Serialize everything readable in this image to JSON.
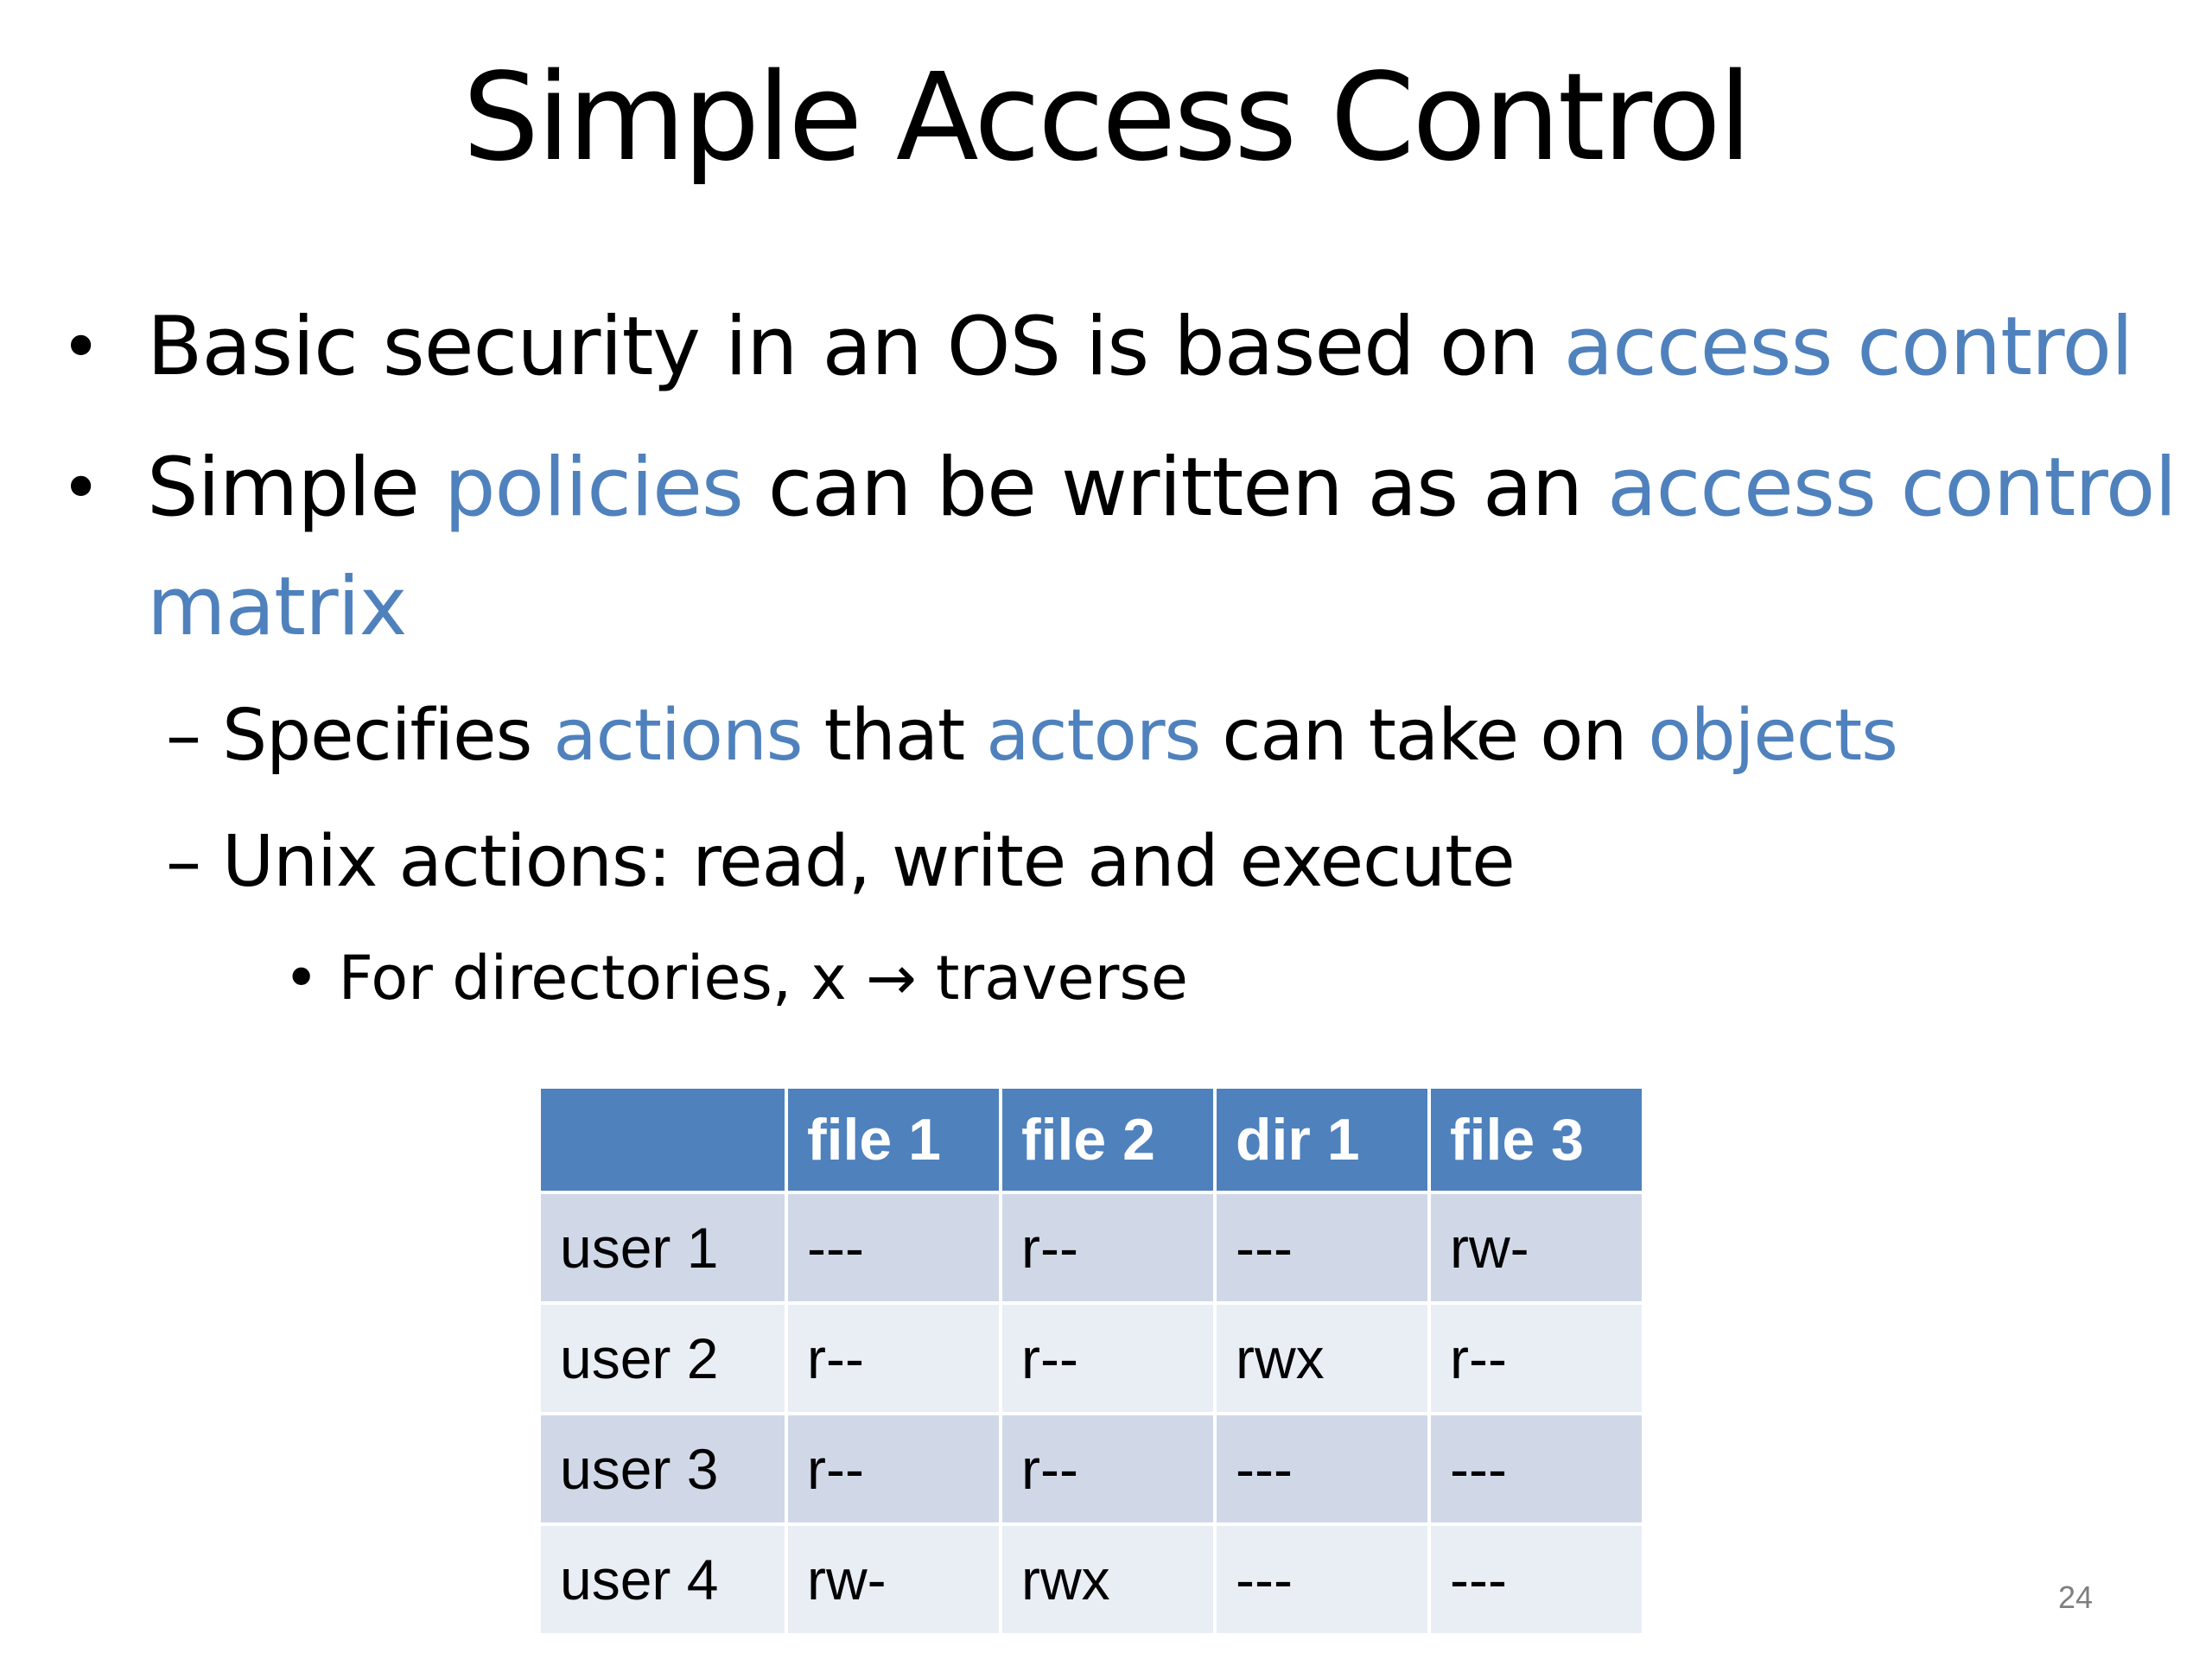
{
  "title": "Simple Access Control",
  "bullets": [
    {
      "marker": "•",
      "lines": [
        [
          {
            "text": "Basic security in an OS is based on ",
            "hl": false
          },
          {
            "text": "access control",
            "hl": true
          }
        ]
      ]
    },
    {
      "marker": "•",
      "lines": [
        [
          {
            "text": "Simple ",
            "hl": false
          },
          {
            "text": "policies",
            "hl": true
          },
          {
            "text": " can be written as an ",
            "hl": false
          },
          {
            "text": "access control",
            "hl": true
          }
        ],
        [
          {
            "text": "matrix",
            "hl": true
          }
        ]
      ]
    }
  ],
  "sub_bullets": [
    {
      "marker": "–",
      "parts": [
        {
          "text": "Specifies ",
          "hl": false
        },
        {
          "text": "actions",
          "hl": true
        },
        {
          "text": " that ",
          "hl": false
        },
        {
          "text": "actors",
          "hl": true
        },
        {
          "text": " can take on ",
          "hl": false
        },
        {
          "text": "objects",
          "hl": true
        }
      ]
    },
    {
      "marker": "–",
      "parts": [
        {
          "text": "Unix actions: read, write and execute",
          "hl": false
        }
      ]
    }
  ],
  "sub_sub_bullet": {
    "marker": "•",
    "text": "For directories, x → traverse"
  },
  "matrix": {
    "headers": [
      "",
      "file 1",
      "file 2",
      "dir 1",
      "file 3"
    ],
    "rows": [
      [
        "user 1",
        "---",
        "r--",
        "---",
        "rw-"
      ],
      [
        "user 2",
        "r--",
        "r--",
        "rwx",
        "r--"
      ],
      [
        "user 3",
        "r--",
        "r--",
        "---",
        "---"
      ],
      [
        "user 4",
        "rw-",
        "rwx",
        "---",
        "---"
      ]
    ]
  },
  "page_number": "24",
  "colors": {
    "highlight": "#4f81bd",
    "header_bg": "#4f81bd",
    "row_dark": "#d0d8e8",
    "row_light": "#e9edf4"
  }
}
